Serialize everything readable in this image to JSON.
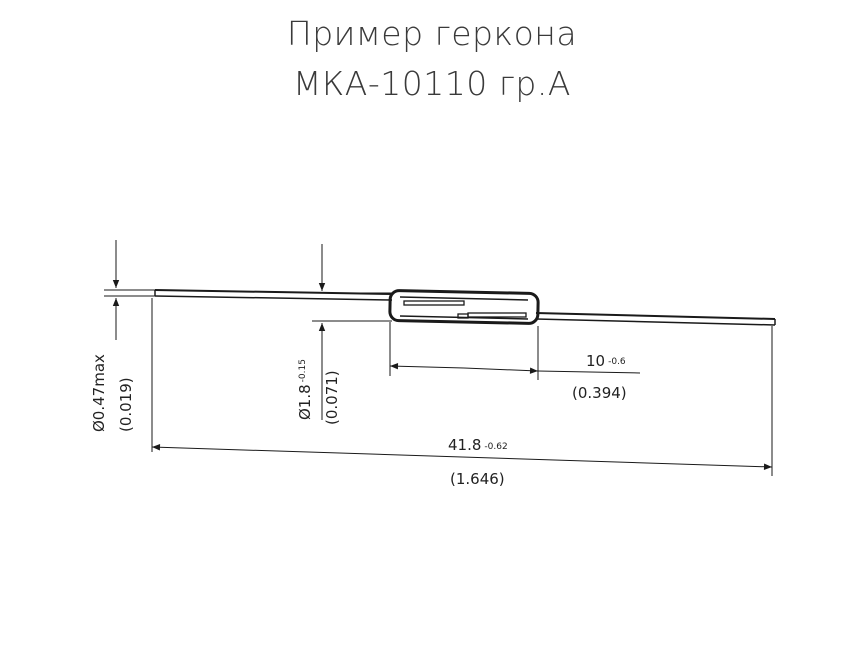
{
  "title": {
    "line1": "Пример геркона",
    "line2": "МКА-10110 гр.А"
  },
  "dimensions": {
    "lead_diameter": {
      "value": "Ø0.47max",
      "inch": "(0.019)"
    },
    "body_diameter": {
      "value": "Ø1.8",
      "tolerance": "-0.15",
      "inch": "(0.071)"
    },
    "body_length": {
      "value": "10",
      "tolerance": "-0.6",
      "inch": "(0.394)"
    },
    "total_length": {
      "value": "41.8",
      "tolerance": "-0.62",
      "inch": "(1.646)"
    }
  },
  "colors": {
    "ink": "#1a1a1a",
    "title": "#3a3a3a"
  }
}
